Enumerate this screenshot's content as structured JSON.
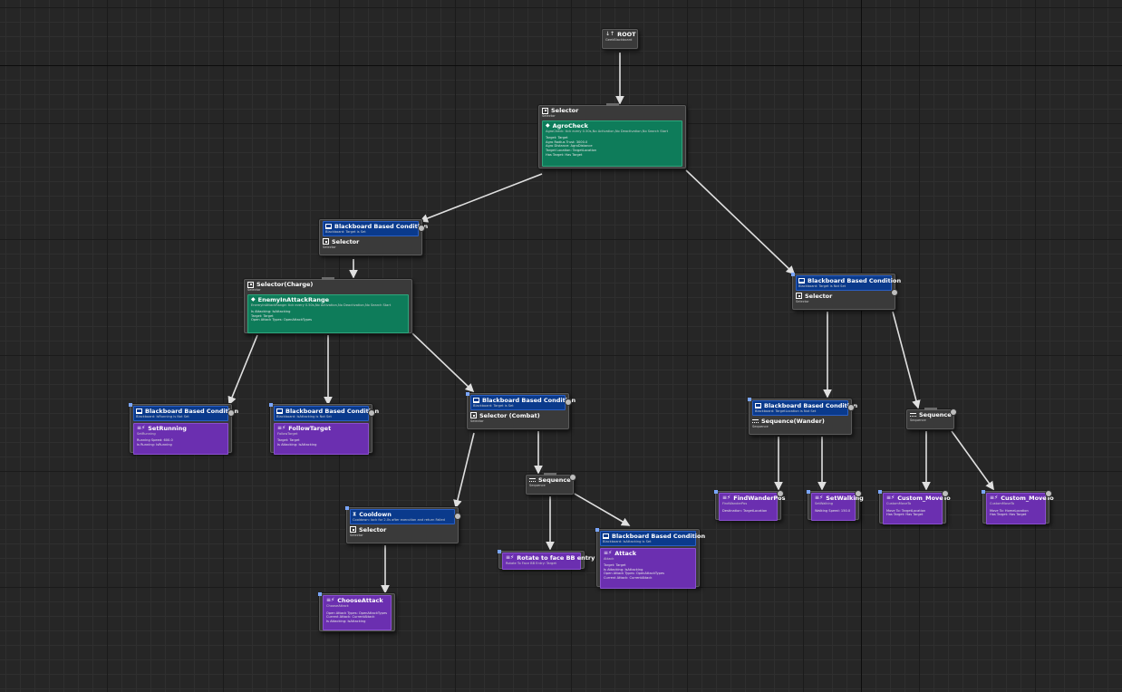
{
  "root": {
    "title": "ROOT",
    "sub": "GeekBlackboard"
  },
  "agro_selector": {
    "title": "Selector",
    "sub": "Selector",
    "service": {
      "title": "AgroCheck",
      "sub": "AgroCheck: tick every 0.50s,No Activation,No Deactivation,No Search Start",
      "props": [
        "Target: Target",
        "Agro Radius Trust: 3000.0",
        "Agro Distance: AgroDistance",
        "Target Location: TargetLocation",
        "Has Target: Has Target"
      ]
    }
  },
  "left_branch": {
    "decorator": {
      "title": "Blackboard Based Condition",
      "sub": "Blackboard: Target is Set"
    },
    "title": "Selector",
    "sub": "Selector"
  },
  "charge": {
    "title": "Selector(Charge)",
    "sub": "Selector",
    "service": {
      "title": "EnemyInAttackRange",
      "sub": "EnemyInAttackRange: tick every 0.50s,No Activation,No Deactivation,No Search Start",
      "props": [
        "Is Attacking: IsAttacking",
        "Target: Target",
        "Open Attack Types: OpenAttackTypes"
      ]
    }
  },
  "set_running": {
    "decorator": {
      "title": "Blackboard Based Condition",
      "sub": "Blackboard: IsRunning is Not Set"
    },
    "title": "SetRunning",
    "sub": "SetRunning",
    "props": [
      "Running Speed: 600.0",
      "Is Running: IsRunning"
    ]
  },
  "follow_target": {
    "decorator": {
      "title": "Blackboard Based Condition",
      "sub": "Blackboard: IsAttacking is Not Set"
    },
    "title": "FollowTarget",
    "sub": "FollowTarget",
    "props": [
      "Target: Target",
      "Is Attacking: IsAttacking"
    ]
  },
  "combat": {
    "decorator": {
      "title": "Blackboard Based Condition",
      "sub": "Blackboard: Target is Set"
    },
    "title": "Selector (Combat)",
    "sub": "Selector"
  },
  "cooldown": {
    "decorator": {
      "title": "Cooldown",
      "sub": "Cooldown: lock for 2.0s after execution and return Failed"
    },
    "title": "Selector",
    "sub": "Selector"
  },
  "choose_attack": {
    "title": "ChooseAttack",
    "sub": "ChooseAttack",
    "props": [
      "Open Attack Types: OpenAttackTypes",
      "Current Attack: CurrentAttack",
      "Is Attacking: IsAttacking"
    ]
  },
  "combat_sequence": {
    "title": "Sequence",
    "sub": "Sequence"
  },
  "rotate": {
    "title": "Rotate to face BB entry",
    "sub": "Rotate To Face BB Entry: Target"
  },
  "attack": {
    "decorator": {
      "title": "Blackboard Based Condition",
      "sub": "Blackboard: IsAttacking is Set"
    },
    "title": "Attack",
    "sub": "Attack",
    "props": [
      "Target: Target",
      "Is Attacking: IsAttacking",
      "Open Attack Types: OpenAttackTypes",
      "Current Attack: CurrentAttack"
    ]
  },
  "right_branch": {
    "decorator": {
      "title": "Blackboard Based Condition",
      "sub": "Blackboard: Target is Not Set"
    },
    "title": "Selector",
    "sub": "Selector"
  },
  "wander": {
    "decorator": {
      "title": "Blackboard Based Condition",
      "sub": "Blackboard: TargetLocation is Not Set"
    },
    "title": "Sequence(Wander)",
    "sub": "Sequence"
  },
  "find_wander": {
    "title": "FindWanderPos",
    "sub": "FindWanderPos",
    "props": [
      "Destination: TargetLocation"
    ]
  },
  "set_walking": {
    "title": "SetWalking",
    "sub": "SetWalking",
    "props": [
      "Walking Speed: 150.0"
    ]
  },
  "right_sequence": {
    "title": "Sequence",
    "sub": "Sequence"
  },
  "move_to_1": {
    "title": "Custom_MoveTo",
    "sub": "CustomMoveTo",
    "props": [
      "Move To: TargetLocation",
      "Has Target: Has Target"
    ]
  },
  "move_to_2": {
    "title": "Custom_MoveTo",
    "sub": "CustomMoveTo",
    "props": [
      "Move To: HomeLocation",
      "Has Target: Has Target"
    ]
  }
}
